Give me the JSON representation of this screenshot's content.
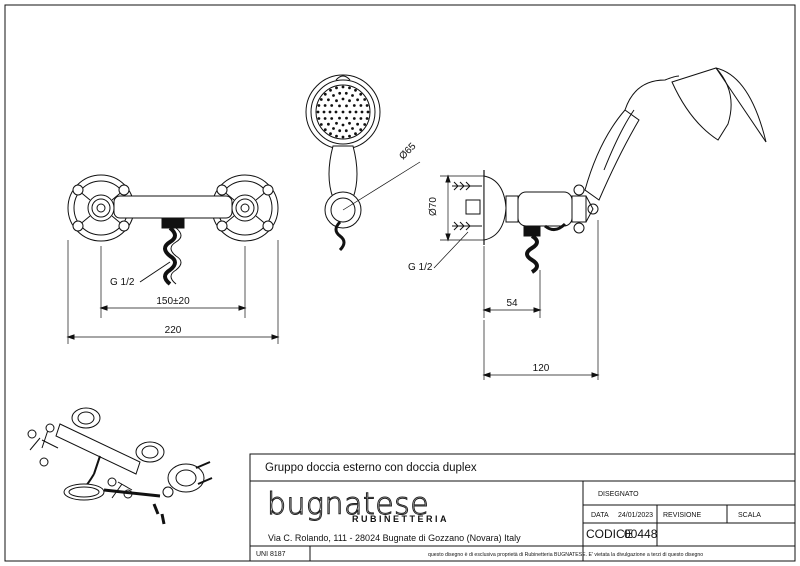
{
  "dimensions": {
    "front_width_total": "220",
    "front_centers": "150±20",
    "front_thread": "G 1/2",
    "side_diameter_head": "Ø65",
    "side_diameter_flange": "Ø70",
    "side_thread": "G 1/2",
    "side_depth_body": "54",
    "side_depth_total": "120"
  },
  "title_block": {
    "title": "Gruppo doccia esterno con doccia duplex",
    "brand": "bugnatese",
    "brand_sub": "RUBINETTERIA",
    "address": "Via C. Rolando, 111 - 28024 Bugnate di Gozzano (Novara) Italy",
    "standard": "UNI 8187",
    "disclaimer": "questo disegno è di esclusiva proprietà di Rubinetteria BUGNATESE. E' vietata la divulgazione a terzi di questo disegno",
    "drawn_label": "DISEGNATO",
    "date_label": "DATA",
    "date_value": "24/01/2023",
    "revision_label": "REVISIONE",
    "scale_label": "SCALA",
    "code_label": "CODICE",
    "code_value": "00448"
  }
}
